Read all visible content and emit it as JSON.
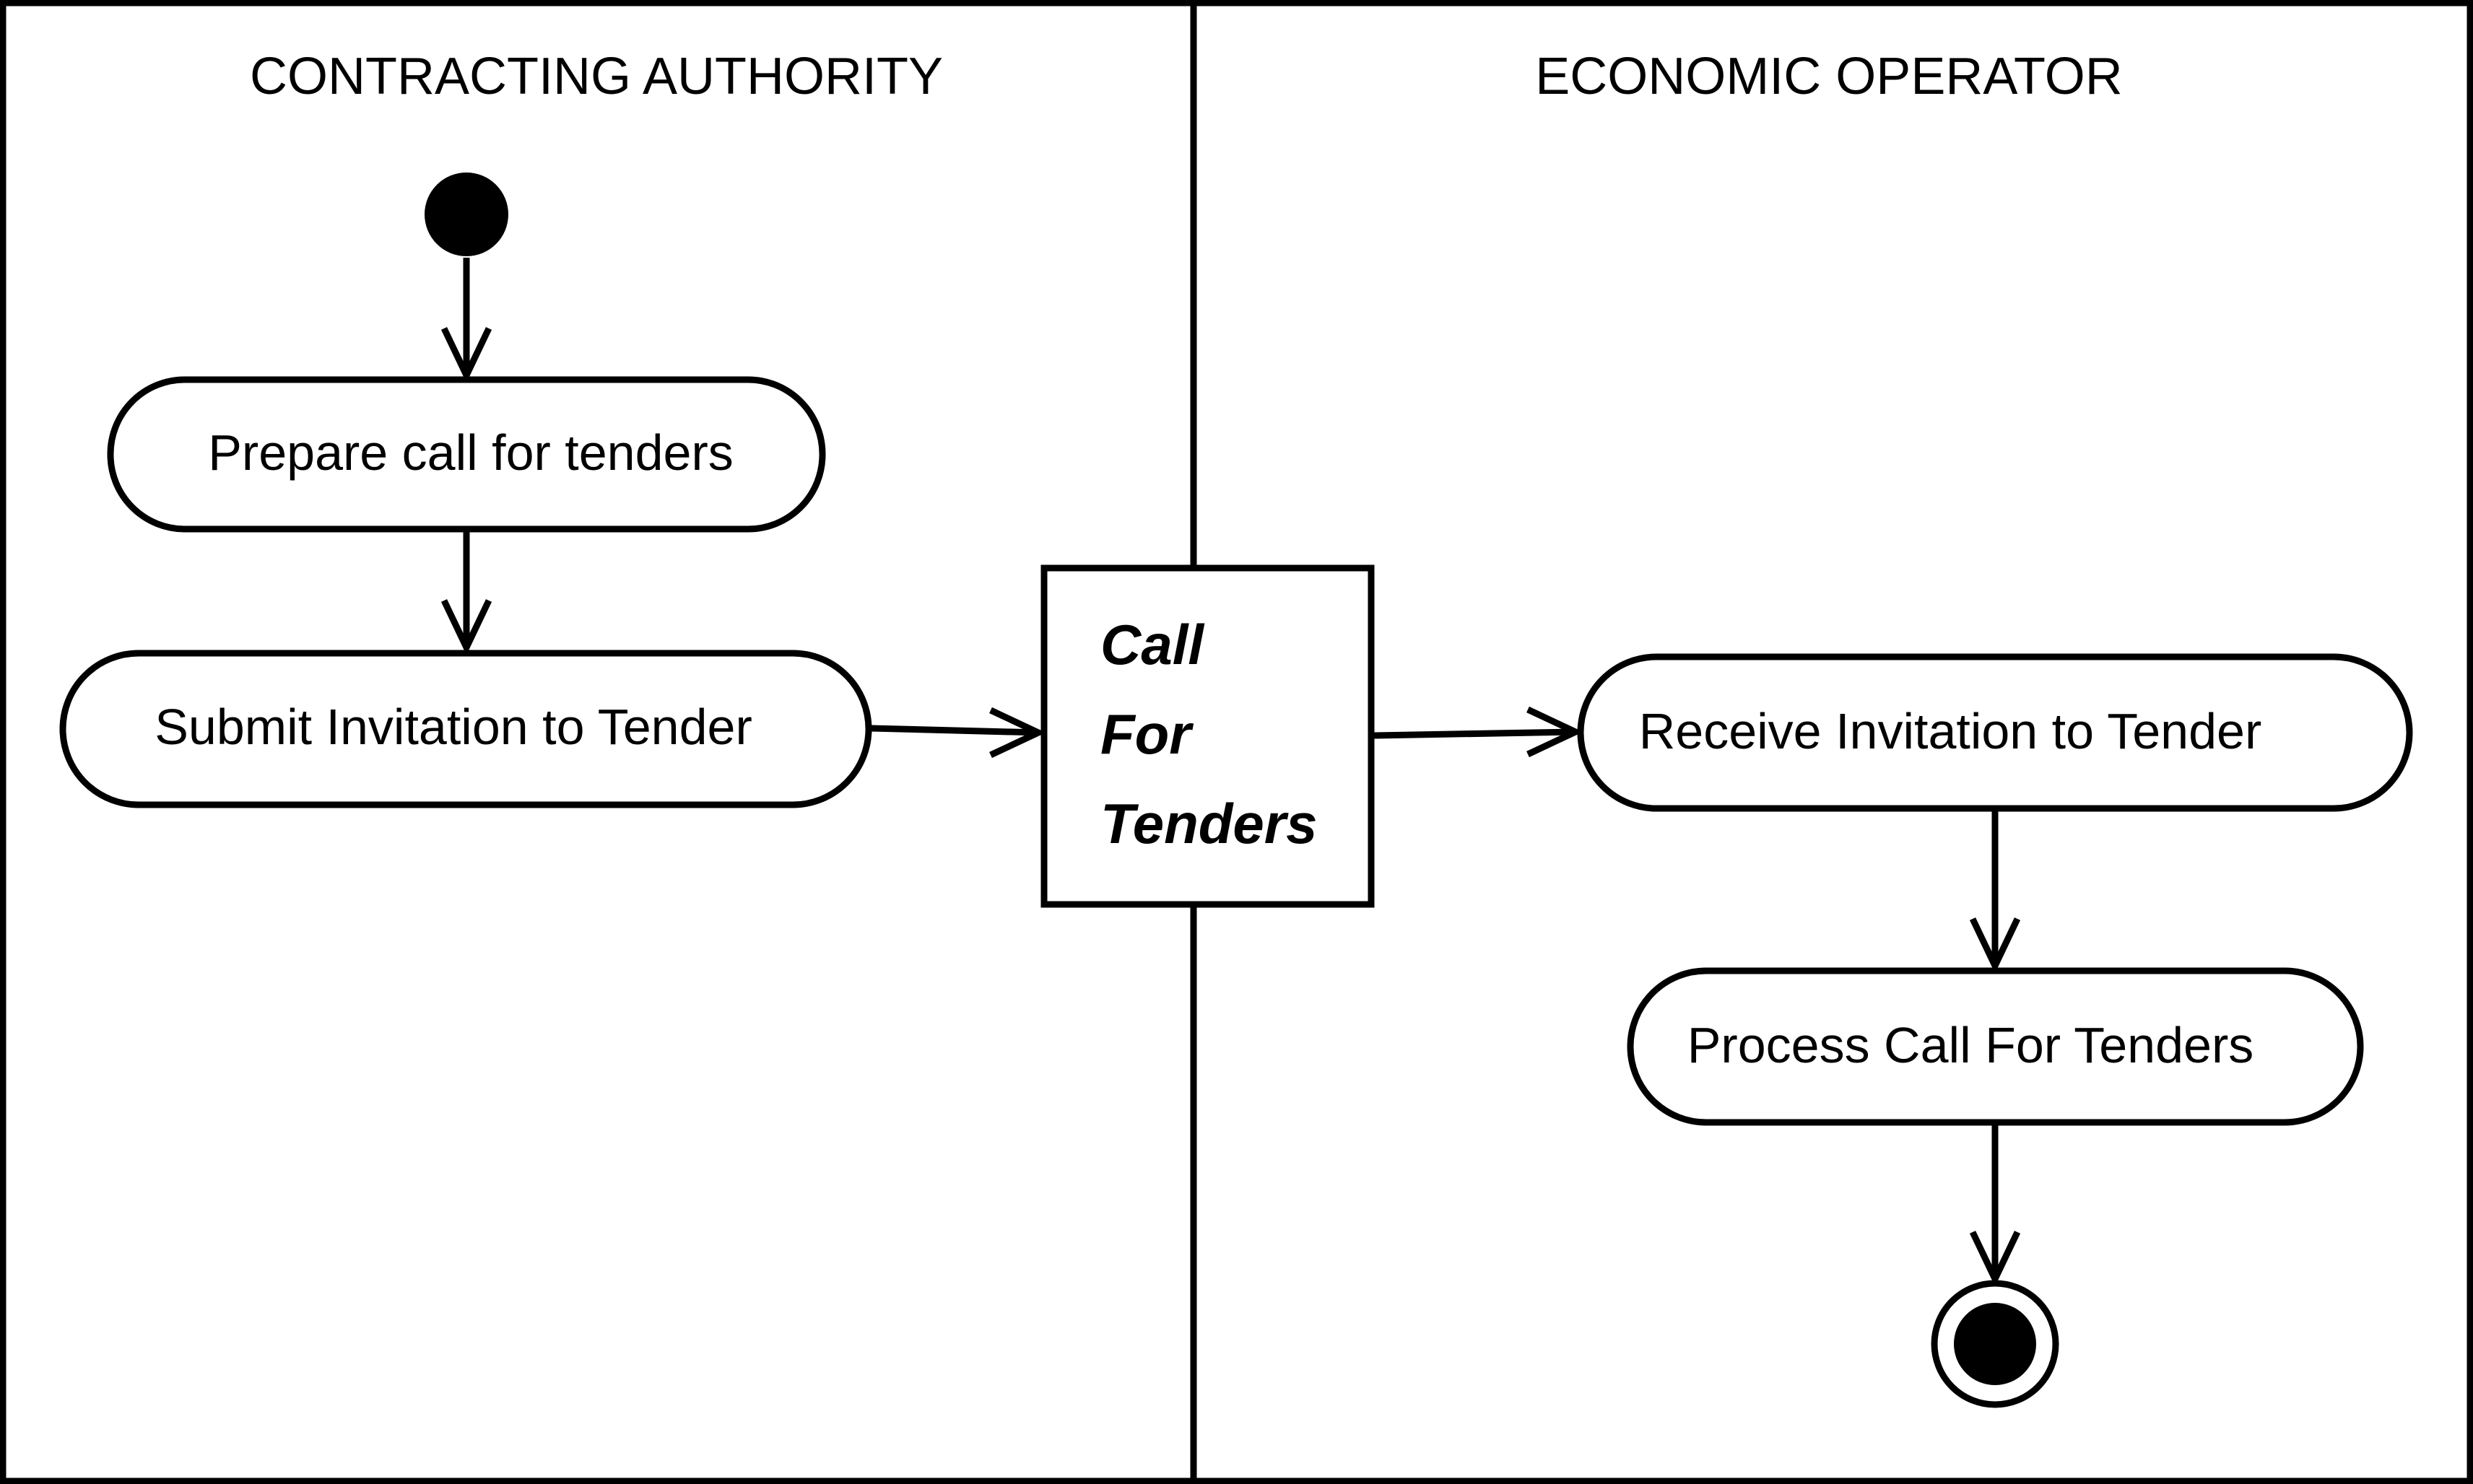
{
  "lanes": {
    "left_title": "CONTRACTING AUTHORITY",
    "right_title": "ECONOMIC OPERATOR"
  },
  "actions": {
    "prepare": "Prepare call for tenders",
    "submit": "Submit Invitation to Tender",
    "receive": "Receive Invitation to Tender",
    "process": "Process Call For Tenders"
  },
  "object_node": {
    "line1": "Call",
    "line2": "For",
    "line3": "Tenders"
  }
}
